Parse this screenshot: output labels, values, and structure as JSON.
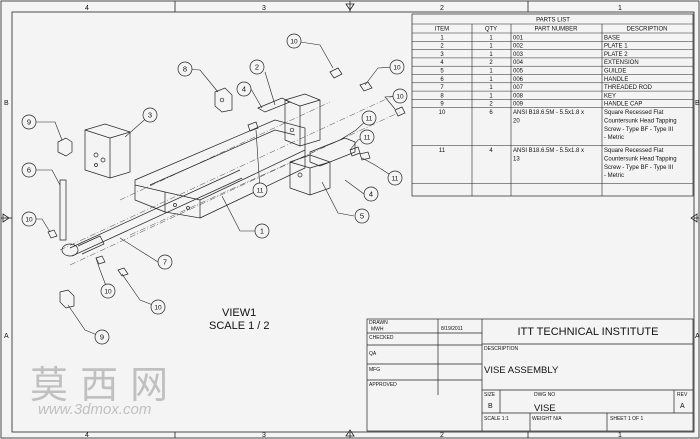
{
  "border": {
    "zones_top": [
      "4",
      "3",
      "2",
      "1"
    ],
    "zones_bottom": [
      "4",
      "3",
      "2",
      "1"
    ],
    "zones_left": [
      "B",
      "A"
    ],
    "zones_right": [
      "B",
      "A"
    ]
  },
  "parts_list": {
    "title": "PARTS LIST",
    "headers": [
      "ITEM",
      "QTY",
      "PART NUMBER",
      "DESCRIPTION"
    ],
    "rows": [
      {
        "item": "1",
        "qty": "1",
        "part": [
          "001"
        ],
        "desc": [
          "BASE"
        ]
      },
      {
        "item": "2",
        "qty": "1",
        "part": [
          "002"
        ],
        "desc": [
          "PLATE 1"
        ]
      },
      {
        "item": "3",
        "qty": "1",
        "part": [
          "003"
        ],
        "desc": [
          "PLATE 2"
        ]
      },
      {
        "item": "4",
        "qty": "2",
        "part": [
          "004"
        ],
        "desc": [
          "EXTENSION"
        ]
      },
      {
        "item": "5",
        "qty": "1",
        "part": [
          "005"
        ],
        "desc": [
          "GUILDE"
        ]
      },
      {
        "item": "6",
        "qty": "1",
        "part": [
          "006"
        ],
        "desc": [
          "HANDLE"
        ]
      },
      {
        "item": "7",
        "qty": "1",
        "part": [
          "007"
        ],
        "desc": [
          "THREADED ROD"
        ]
      },
      {
        "item": "8",
        "qty": "1",
        "part": [
          "008"
        ],
        "desc": [
          "KEY"
        ]
      },
      {
        "item": "9",
        "qty": "2",
        "part": [
          "009"
        ],
        "desc": [
          "HANDLE CAP"
        ]
      },
      {
        "item": "10",
        "qty": "6",
        "part": [
          "ANSI B18.6.5M - 5.5x1.8 x",
          "20"
        ],
        "desc": [
          "Square Recessed Flat",
          "Countersunk Head Tapping",
          "Screw - Type BF - Type III",
          "- Metric"
        ]
      },
      {
        "item": "11",
        "qty": "4",
        "part": [
          "ANSI B18.6.5M - 5.5x1.8 x",
          "13"
        ],
        "desc": [
          "Square Recessed Flat",
          "Countersunk Head Tapping",
          "Screw - Type BF - Type III",
          "- Metric"
        ]
      }
    ]
  },
  "view": {
    "name": "VIEW1",
    "scale": "SCALE 1 / 2"
  },
  "balloons": [
    "1",
    "2",
    "3",
    "4",
    "4",
    "5",
    "6",
    "7",
    "8",
    "9",
    "9",
    "10",
    "10",
    "10",
    "10",
    "10",
    "10",
    "11",
    "11",
    "11",
    "11"
  ],
  "title_block": {
    "drawn_label": "DRAWN",
    "drawn_by": "MWH",
    "drawn_date": "8/19/2011",
    "checked_label": "CHECKED",
    "qa_label": "QA",
    "mfg_label": "MFG",
    "approved_label": "APPROVED",
    "company": "ITT TECHNICAL INSTITUTE",
    "description_label": "DESCRIPTION",
    "description": "VISE ASSEMBLY",
    "size_label": "SIZE",
    "size": "B",
    "dwg_no_label": "DWG NO",
    "dwg_no": "VISE",
    "rev_label": "REV",
    "rev": "A",
    "scale": "SCALE  1:1",
    "weight": "WEIGHT  N/A",
    "sheet": "SHEET 1  OF 1"
  },
  "watermark": {
    "text": "莫 西 网",
    "url": "www.3dmox.com"
  }
}
